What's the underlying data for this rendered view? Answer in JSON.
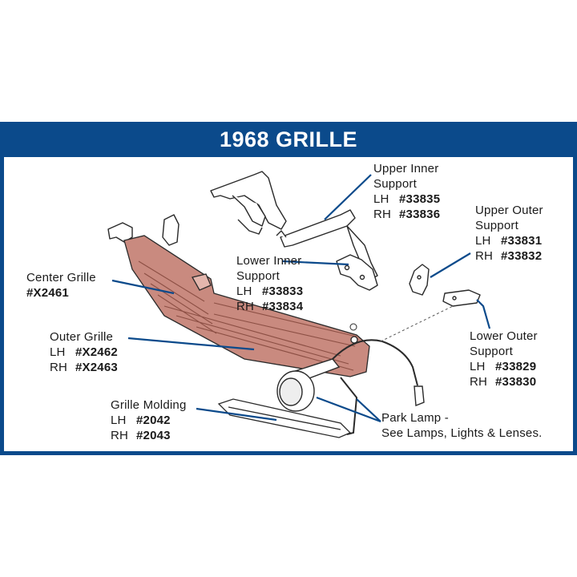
{
  "title": "1968 GRILLE",
  "colors": {
    "frame": "#0b4a8b",
    "leader": "#0b4a8b",
    "grille": "#c98a7f",
    "outline": "#2a2a2a"
  },
  "callouts": [
    {
      "id": "upper-inner-support",
      "label": [
        "Upper Inner",
        "Support"
      ],
      "parts": [
        {
          "side": "LH",
          "number": "#33835"
        },
        {
          "side": "RH",
          "number": "#33836"
        }
      ]
    },
    {
      "id": "upper-outer-support",
      "label": [
        "Upper Outer",
        "Support"
      ],
      "parts": [
        {
          "side": "LH",
          "number": "#33831"
        },
        {
          "side": "RH",
          "number": "#33832"
        }
      ]
    },
    {
      "id": "lower-inner-support",
      "label": [
        "Lower Inner",
        "Support"
      ],
      "parts": [
        {
          "side": "LH",
          "number": "#33833"
        },
        {
          "side": "RH",
          "number": "#33834"
        }
      ]
    },
    {
      "id": "center-grille",
      "label": [
        "Center Grille"
      ],
      "parts": [
        {
          "side": "",
          "number": "#X2461"
        }
      ]
    },
    {
      "id": "lower-outer-support",
      "label": [
        "Lower Outer",
        "Support"
      ],
      "parts": [
        {
          "side": "LH",
          "number": "#33829"
        },
        {
          "side": "RH",
          "number": "#33830"
        }
      ]
    },
    {
      "id": "outer-grille",
      "label": [
        "Outer Grille"
      ],
      "parts": [
        {
          "side": "LH",
          "number": "#X2462"
        },
        {
          "side": "RH",
          "number": "#X2463"
        }
      ]
    },
    {
      "id": "grille-molding",
      "label": [
        "Grille Molding"
      ],
      "parts": [
        {
          "side": "LH",
          "number": "#2042"
        },
        {
          "side": "RH",
          "number": "#2043"
        }
      ]
    },
    {
      "id": "park-lamp",
      "label": [
        "Park Lamp -",
        "See Lamps, Lights & Lenses."
      ],
      "parts": []
    }
  ]
}
